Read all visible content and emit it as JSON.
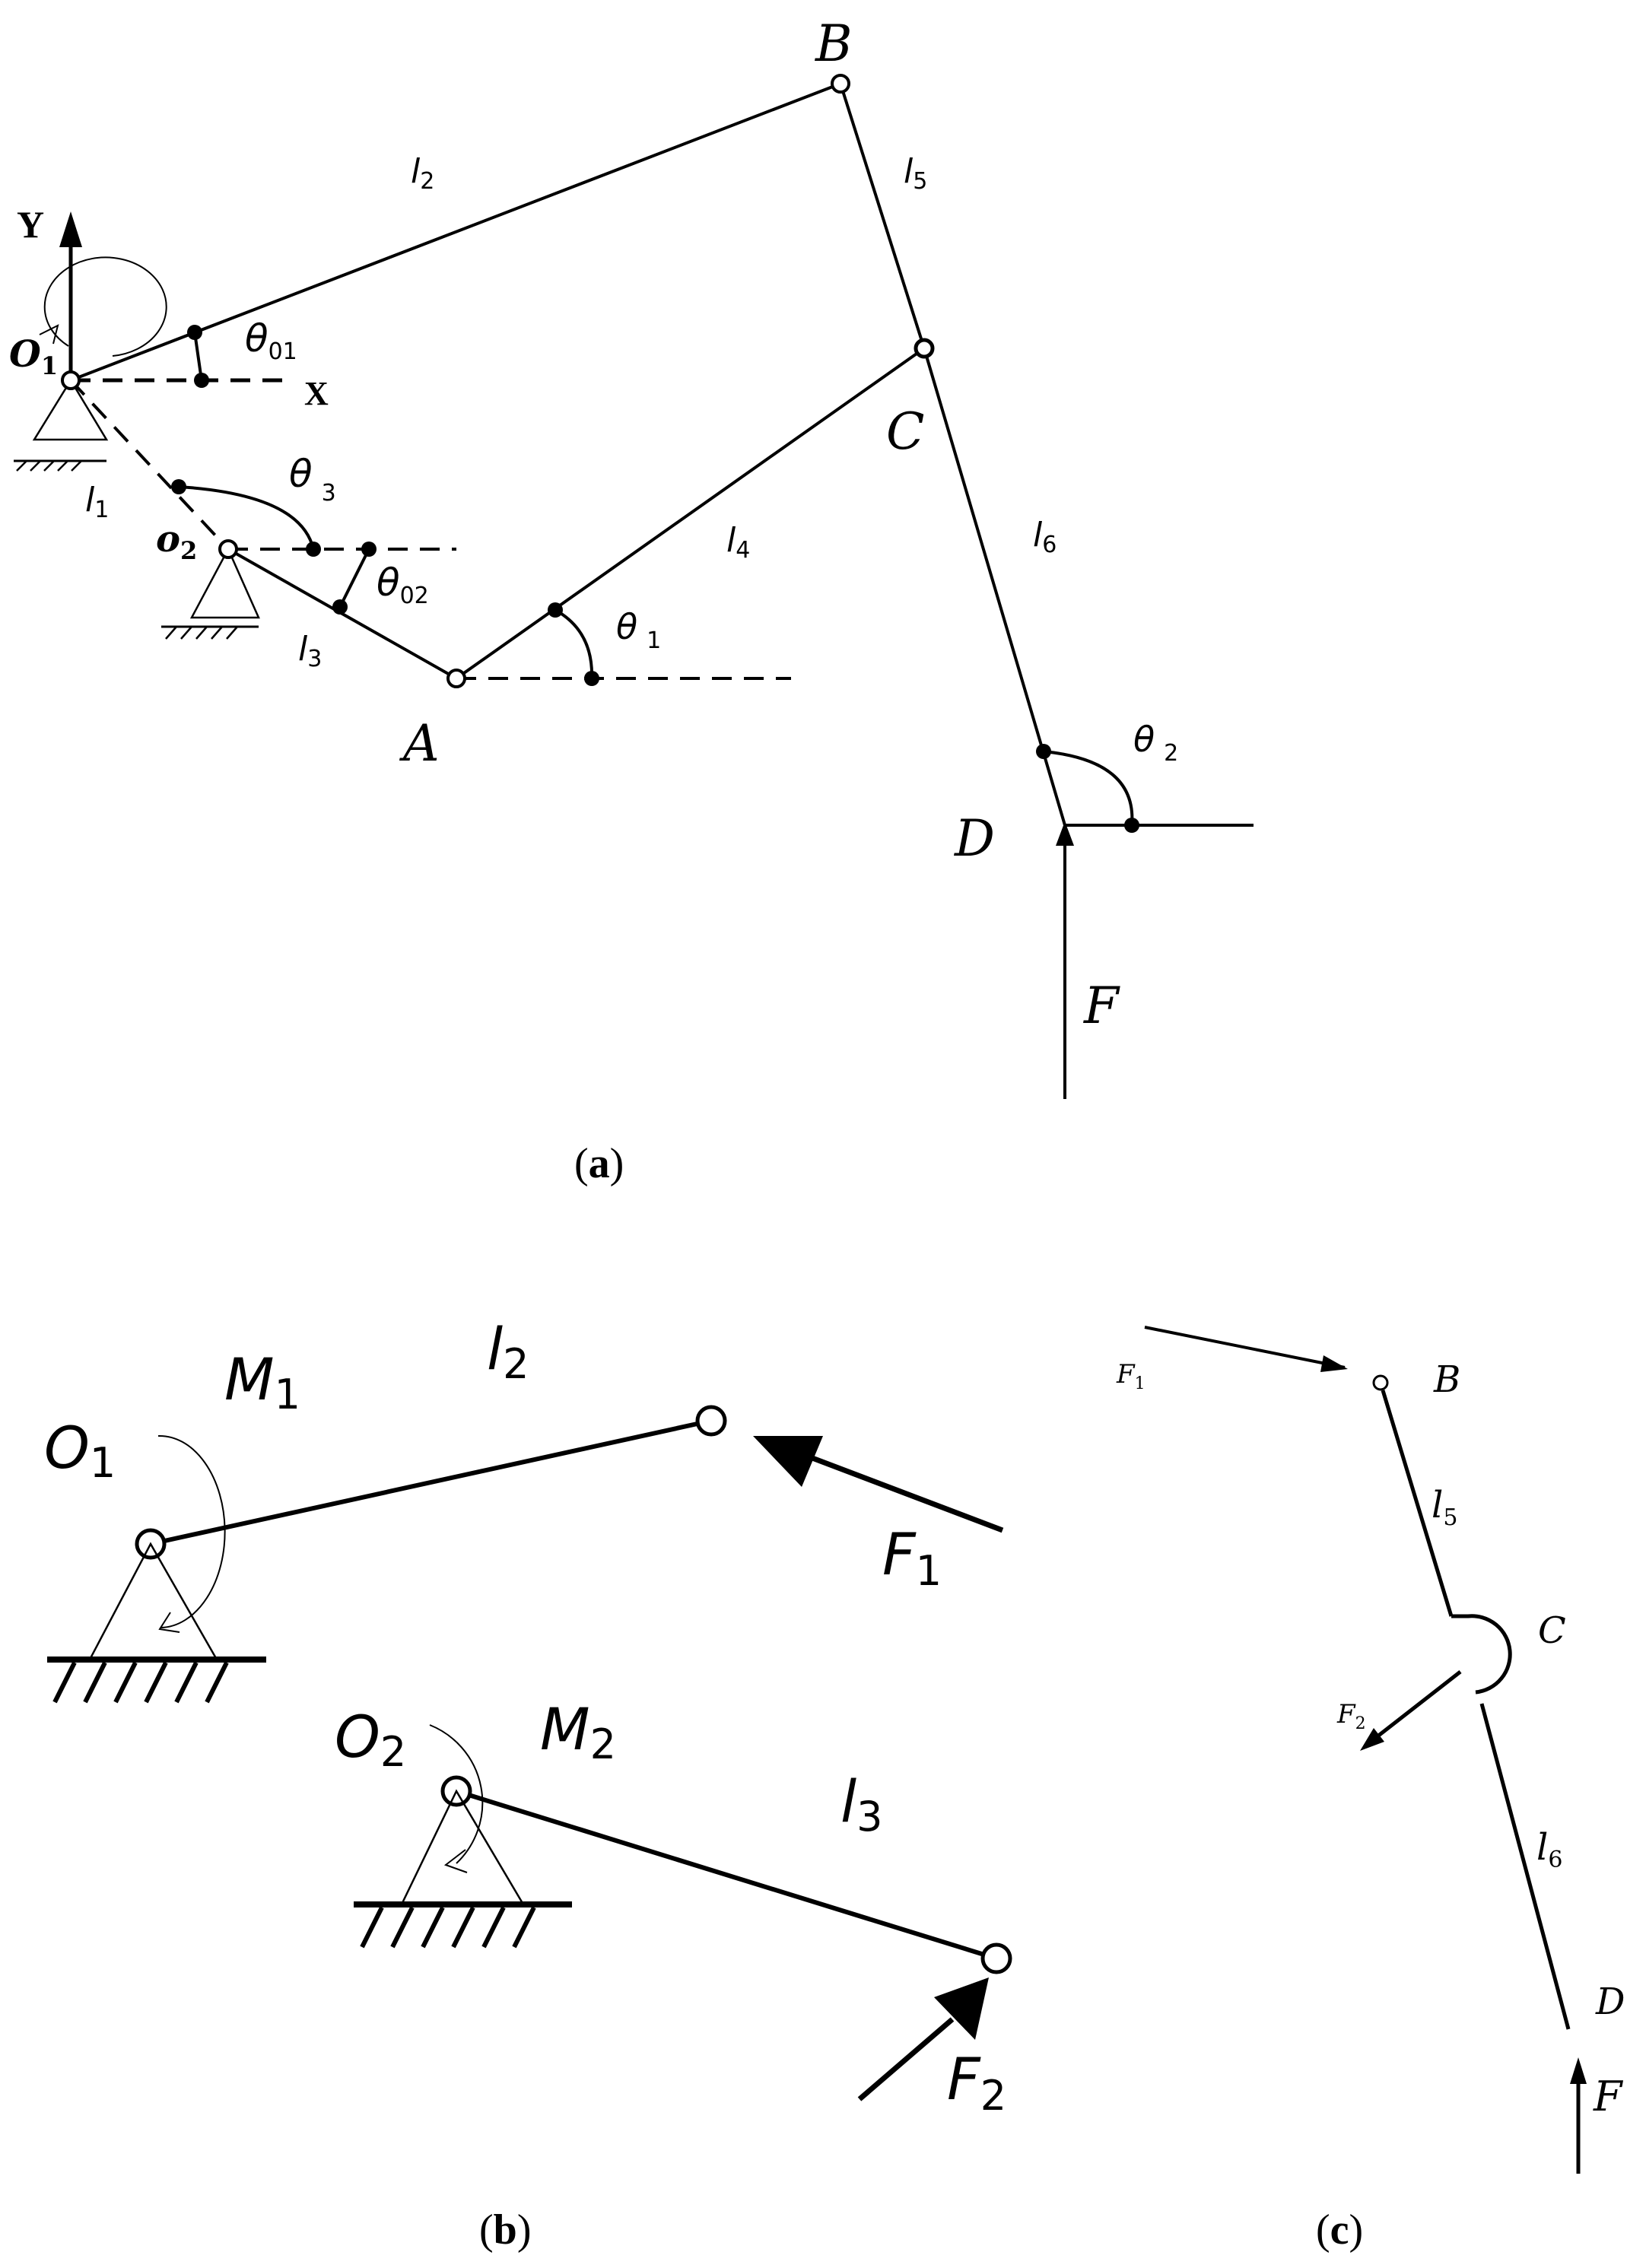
{
  "diagram_a": {
    "axes": {
      "y": "Y",
      "x": "X"
    },
    "points": {
      "O1": "O",
      "O1_sub": "1",
      "O2": "o",
      "O2_sub": "2",
      "A": "A",
      "B": "B",
      "C": "C",
      "D": "D"
    },
    "links": {
      "l1": "l",
      "l1_sub": "1",
      "l2": "l",
      "l2_sub": "2",
      "l3": "l",
      "l3_sub": "3",
      "l4": "l",
      "l4_sub": "4",
      "l5": "l",
      "l5_sub": "5",
      "l6": "l",
      "l6_sub": "6"
    },
    "angles": {
      "theta01": "θ",
      "theta01_sub": "01",
      "theta02": "θ",
      "theta02_sub": "02",
      "theta3": "θ",
      "theta3_sub": "3",
      "theta1": "θ",
      "theta1_sub": "1",
      "theta2": "θ",
      "theta2_sub": "2"
    },
    "force": "F",
    "caption_open": "(",
    "caption_letter": "a",
    "caption_close": ")"
  },
  "diagram_b": {
    "M1": "M",
    "M1_sub": "1",
    "M2": "M",
    "M2_sub": "2",
    "O1": "O",
    "O1_sub": "1",
    "O2": "O",
    "O2_sub": "2",
    "l2": "l",
    "l2_sub": "2",
    "l3": "l",
    "l3_sub": "3",
    "F1": "F",
    "F1_sub": "1",
    "F2": "F",
    "F2_sub": "2",
    "caption_open": "(",
    "caption_letter": "b",
    "caption_close": ")"
  },
  "diagram_c": {
    "F1": "F",
    "F1_sub": "1",
    "F2": "F",
    "F2_sub": "2",
    "B": "B",
    "C": "C",
    "D": "D",
    "l5": "l",
    "l5_sub": "5",
    "l6": "l",
    "l6_sub": "6",
    "F": "F",
    "caption_open": "(",
    "caption_letter": "c",
    "caption_close": ")"
  }
}
